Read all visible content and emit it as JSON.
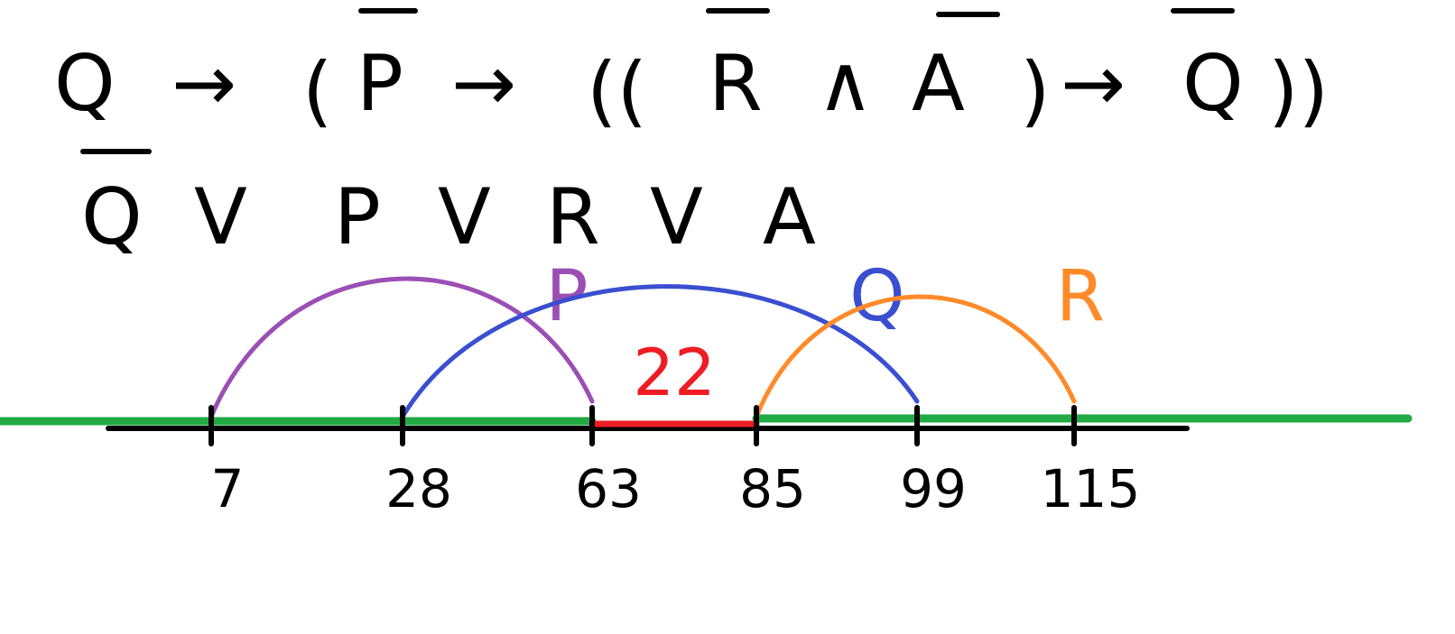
{
  "formula": {
    "line1": {
      "Q1": "Q",
      "arrow1": "→",
      "open_paren1": "(",
      "P": "P",
      "arrow2": "→",
      "open_paren2": "((",
      "R": "R",
      "and": "∧",
      "A": "A",
      "close_paren1": ")",
      "arrow3": "→",
      "Q2": "Q",
      "close_paren2": "))"
    },
    "line2": {
      "Q": "Q",
      "or1": "V",
      "P": "P",
      "or2": "V",
      "R": "R",
      "or3": "V",
      "A": "A"
    }
  },
  "number_line": {
    "ticks": [
      7,
      28,
      63,
      85,
      99,
      115
    ],
    "arcs": [
      {
        "label": "P",
        "from": 7,
        "to": 63,
        "color": "#9b4fb4"
      },
      {
        "label": "Q",
        "from": 28,
        "to": 99,
        "color": "#3a4fd0"
      },
      {
        "label": "R",
        "from": 85,
        "to": 115,
        "color": "#ff8a2a"
      }
    ],
    "gap": {
      "label": "22",
      "from": 63,
      "to": 85,
      "color": "#ee1c24"
    },
    "shaded_color": "#22aa44",
    "axis_color": "#000000"
  }
}
